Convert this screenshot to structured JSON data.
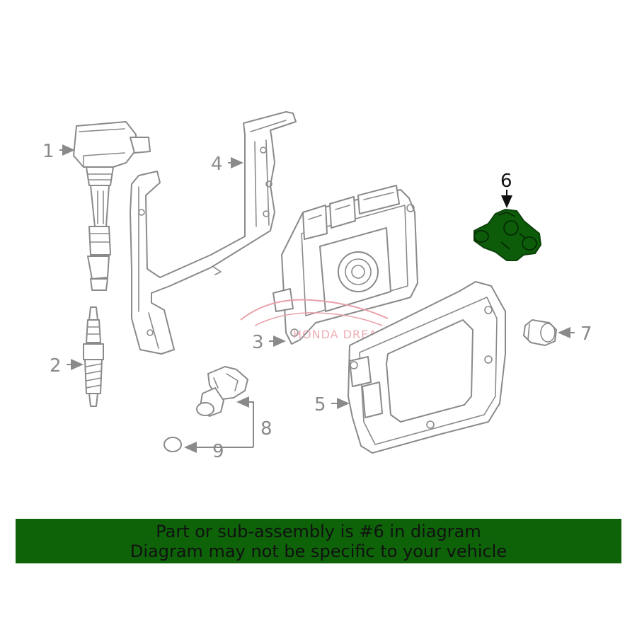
{
  "callouts": {
    "c1": "1",
    "c2": "2",
    "c3": "3",
    "c4": "4",
    "c5": "5",
    "c6": "6",
    "c7": "7",
    "c8": "8",
    "c9": "9"
  },
  "highlight": {
    "part_number": "6",
    "color": "#0d5c0a"
  },
  "watermark": {
    "text": "HONDA DREAM",
    "color": "#e9a0a8"
  },
  "banner": {
    "line1": "Part or sub-assembly is #6 in diagram",
    "line2": "Diagram may not be specific to your vehicle",
    "color": "#0e6309"
  }
}
